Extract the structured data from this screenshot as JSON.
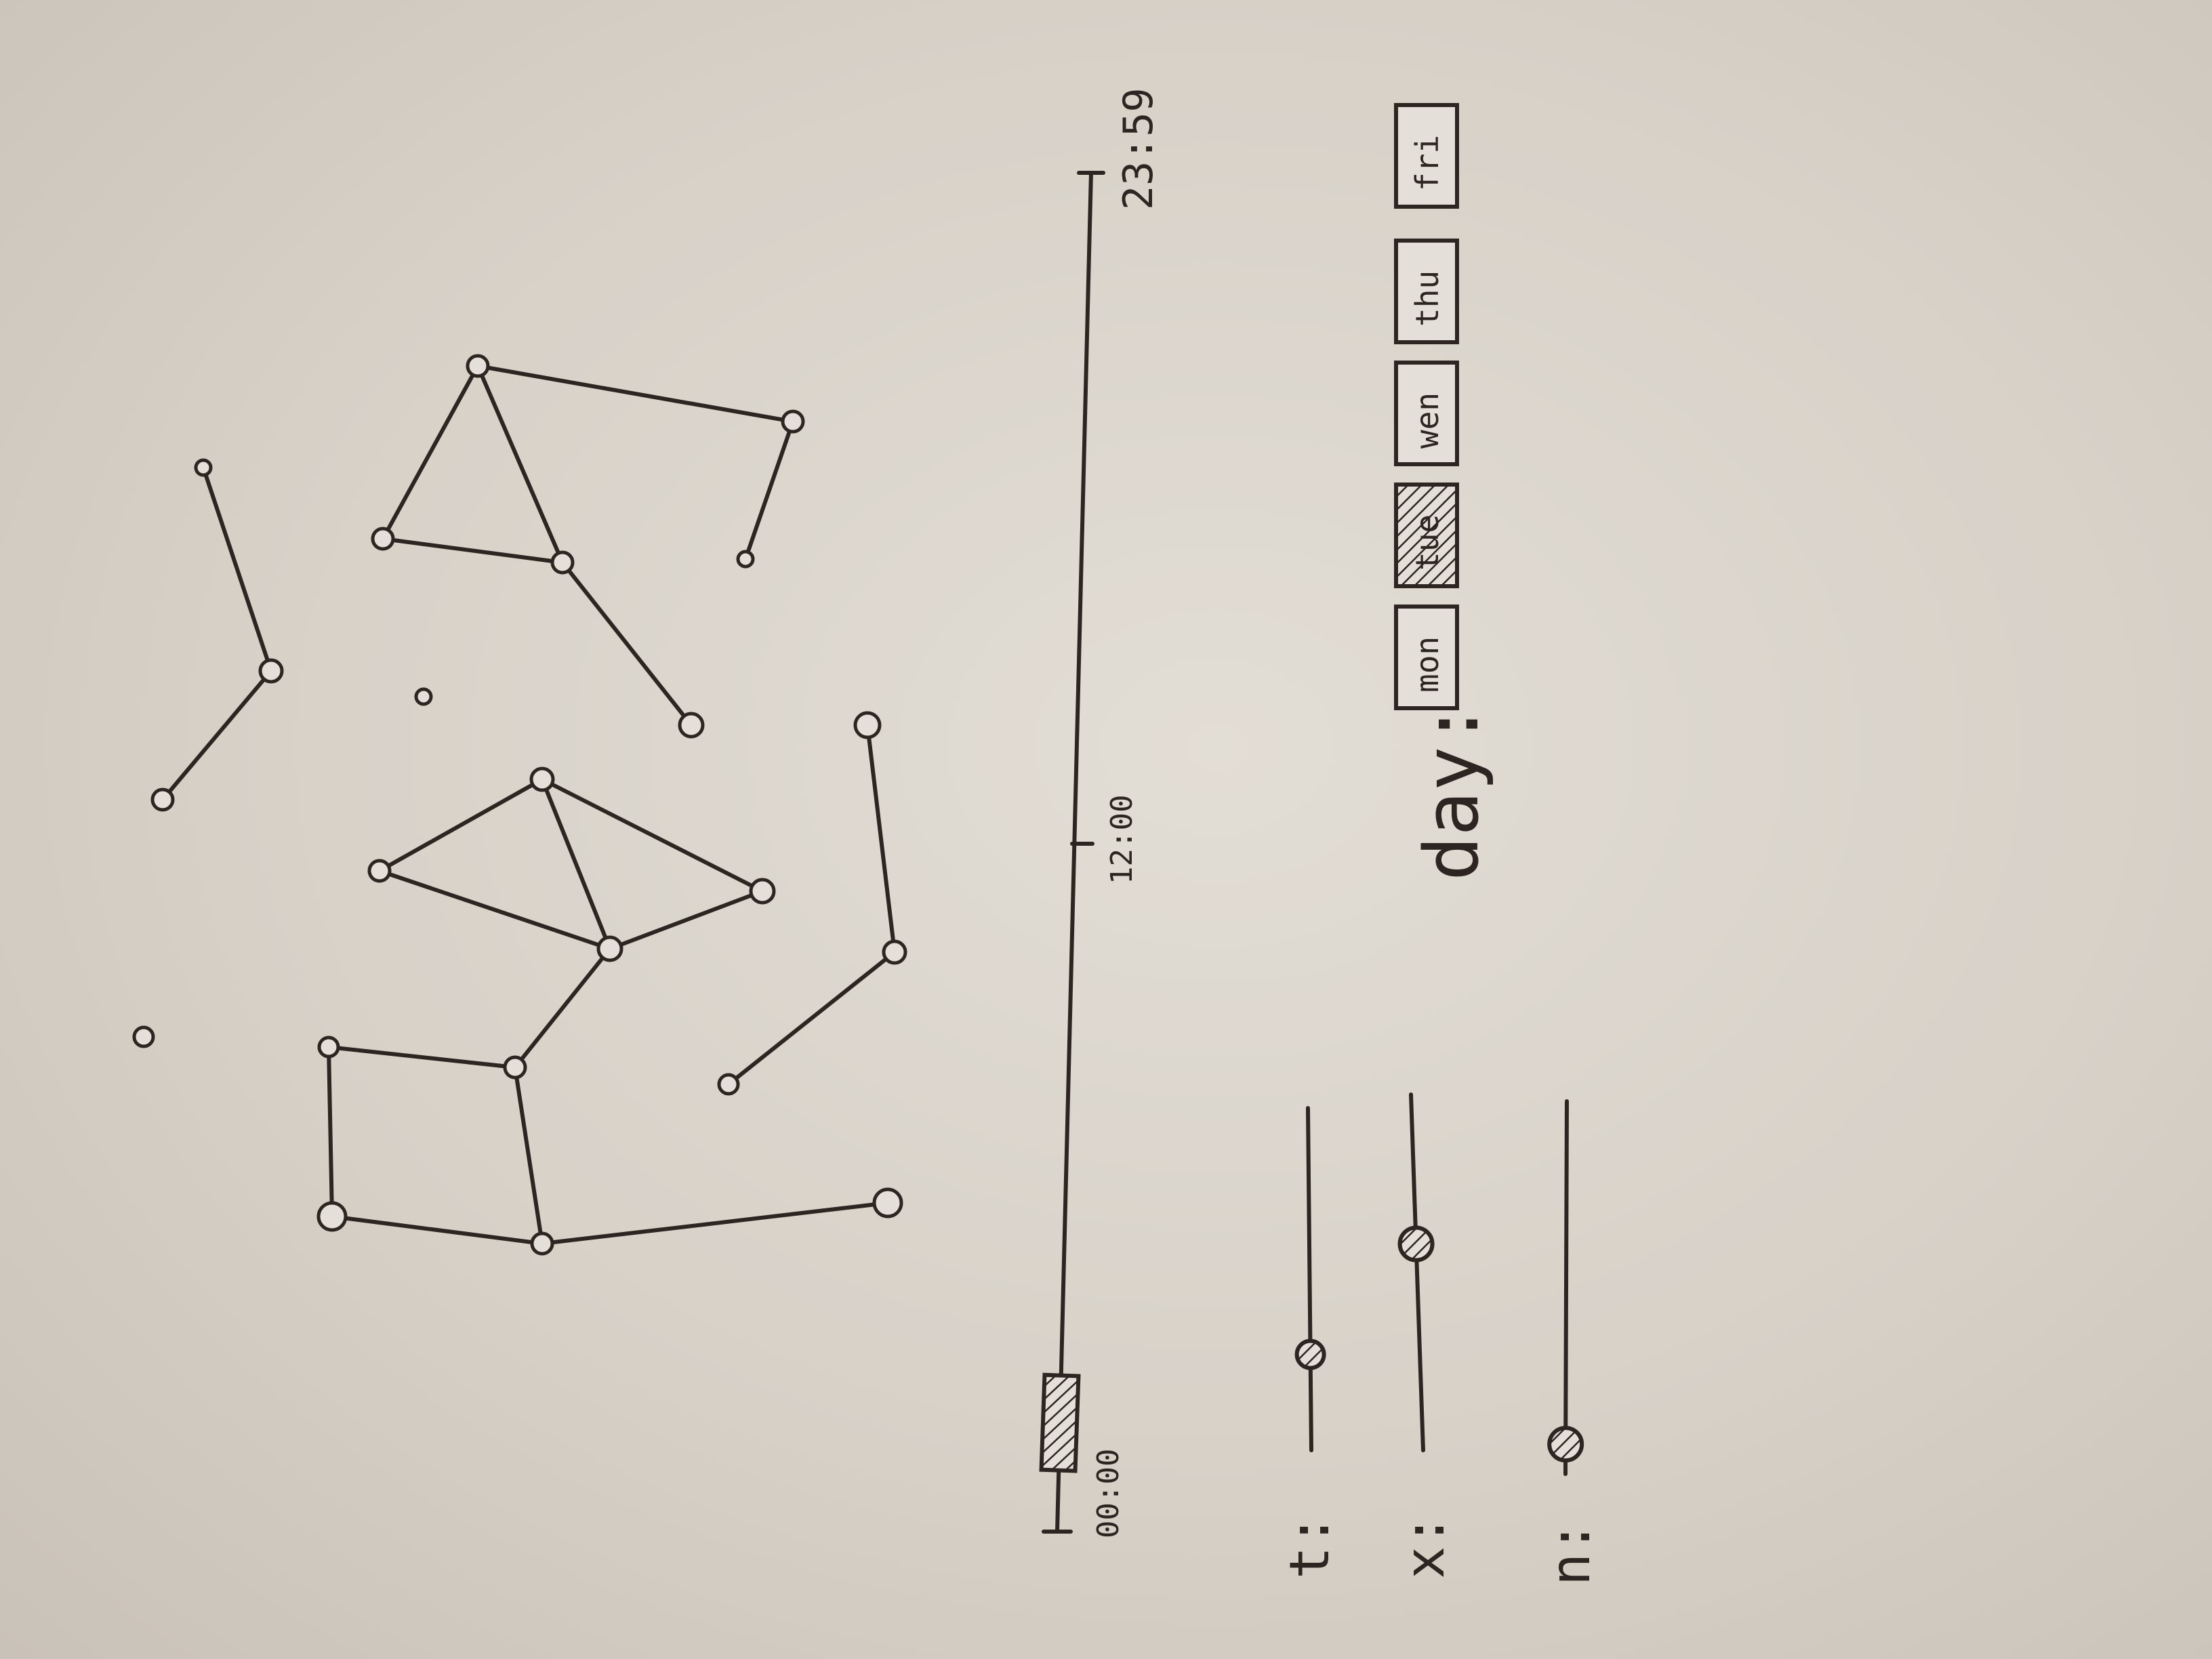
{
  "timeline": {
    "start_label": "00:00",
    "mid_label": "12:00",
    "end_label": "23:59",
    "handle_position": 0.08
  },
  "sliders": [
    {
      "id": "t",
      "label": "t:",
      "value": 0.28
    },
    {
      "id": "x",
      "label": "x:",
      "value": 0.58
    },
    {
      "id": "n",
      "label": "n:",
      "value": 0.08
    }
  ],
  "day_selector": {
    "label": "day:",
    "selected": "tue",
    "options": [
      "mon",
      "tue",
      "wen",
      "thu",
      "fri"
    ]
  }
}
